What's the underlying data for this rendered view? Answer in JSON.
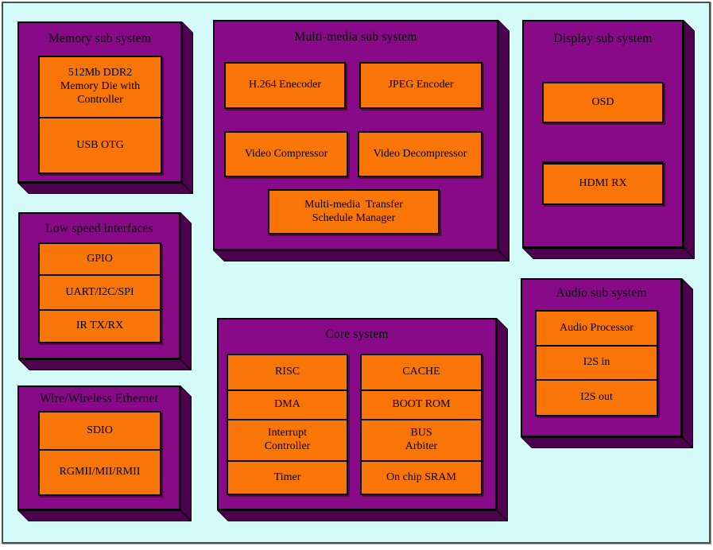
{
  "colors": {
    "canvas_bg": "#d5fafa",
    "box_front": "#880a88",
    "box_side": "#4e014e",
    "block_fill": "#f97508",
    "outline": "#000000",
    "canvas_border": "#4e4e4e",
    "text": "#000000"
  },
  "boxes": {
    "memory": {
      "title": "Memory sub system",
      "blocks": [
        {
          "label": "512Mb DDR2\nMemory Die with\nController"
        },
        {
          "label": "USB OTG"
        }
      ]
    },
    "low_speed": {
      "title": "Low speed interfaces",
      "blocks": [
        {
          "label": "GPIO"
        },
        {
          "label": "UART/I2C/SPI"
        },
        {
          "label": "IR TX/RX"
        }
      ]
    },
    "ethernet": {
      "title": "Wire/Wireless Ethernet",
      "blocks": [
        {
          "label": "SDIO"
        },
        {
          "label": "RGMII/MII/RMII"
        }
      ]
    },
    "multimedia": {
      "title": "Multi-media sub system",
      "blocks": [
        {
          "label": "H.264 Enecoder"
        },
        {
          "label": "JPEG Encoder"
        },
        {
          "label": "Video Compressor"
        },
        {
          "label": "Video Decompressor"
        },
        {
          "label": "Multi-media  Transfer\nSchedule Manager"
        }
      ]
    },
    "core": {
      "title": "Core system",
      "left_column": [
        {
          "label": "RISC"
        },
        {
          "label": "DMA"
        },
        {
          "label": "Interrupt\nController"
        },
        {
          "label": "Timer"
        }
      ],
      "right_column": [
        {
          "label": "CACHE"
        },
        {
          "label": "BOOT ROM"
        },
        {
          "label": "BUS\nArbiter"
        },
        {
          "label": "On chip SRAM"
        }
      ]
    },
    "display": {
      "title": "Display sub system",
      "blocks": [
        {
          "label": "OSD"
        },
        {
          "label": "HDMI RX"
        }
      ]
    },
    "audio": {
      "title": "Audio sub system",
      "blocks": [
        {
          "label": "Audio Processor"
        },
        {
          "label": "I2S in"
        },
        {
          "label": "I2S out"
        }
      ]
    }
  }
}
